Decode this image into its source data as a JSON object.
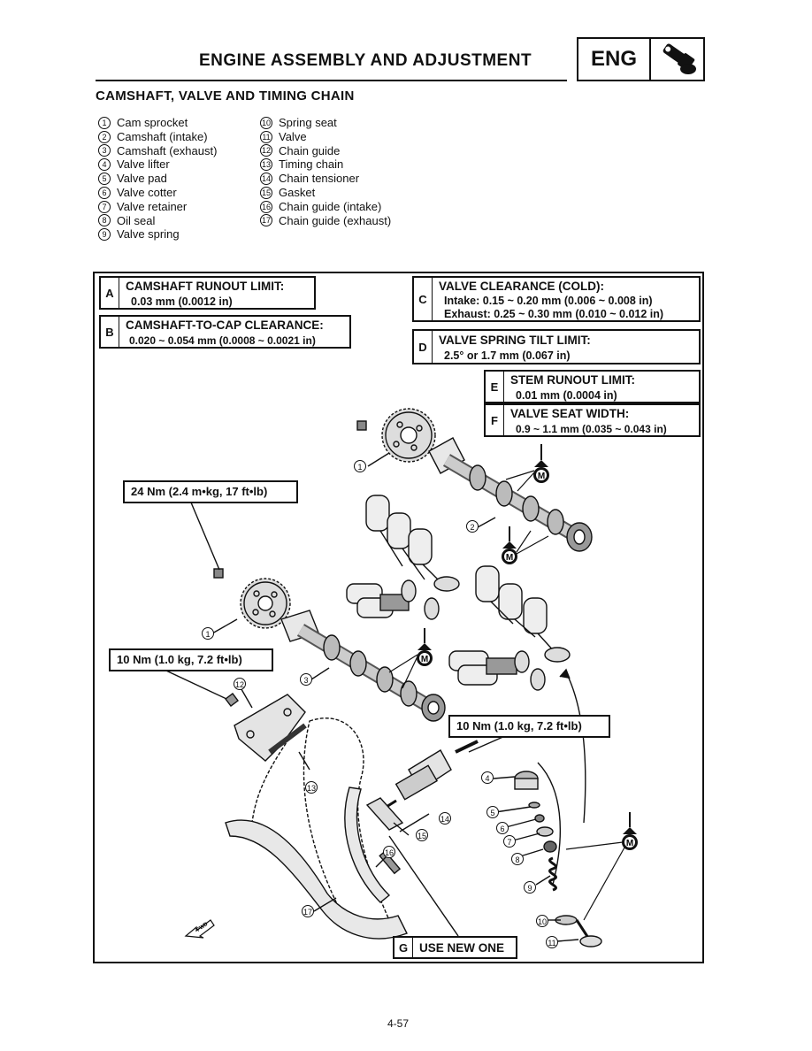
{
  "header": {
    "title": "ENGINE ASSEMBLY AND ADJUSTMENT",
    "badge": "ENG"
  },
  "section_title": "CAMSHAFT, VALVE AND TIMING CHAIN",
  "legend_left": [
    {
      "n": "1",
      "label": "Cam sprocket"
    },
    {
      "n": "2",
      "label": "Camshaft (intake)"
    },
    {
      "n": "3",
      "label": "Camshaft (exhaust)"
    },
    {
      "n": "4",
      "label": "Valve lifter"
    },
    {
      "n": "5",
      "label": "Valve pad"
    },
    {
      "n": "6",
      "label": "Valve cotter"
    },
    {
      "n": "7",
      "label": "Valve retainer"
    },
    {
      "n": "8",
      "label": "Oil seal"
    },
    {
      "n": "9",
      "label": "Valve spring"
    }
  ],
  "legend_right": [
    {
      "n": "10",
      "label": "Spring seat"
    },
    {
      "n": "11",
      "label": "Valve"
    },
    {
      "n": "12",
      "label": "Chain guide"
    },
    {
      "n": "13",
      "label": "Timing chain"
    },
    {
      "n": "14",
      "label": "Chain tensioner"
    },
    {
      "n": "15",
      "label": "Gasket"
    },
    {
      "n": "16",
      "label": "Chain guide (intake)"
    },
    {
      "n": "17",
      "label": "Chain guide (exhaust)"
    }
  ],
  "specs": {
    "A": {
      "letter": "A",
      "heading": "CAMSHAFT RUNOUT LIMIT:",
      "value": "0.03 mm (0.0012 in)"
    },
    "B": {
      "letter": "B",
      "heading": "CAMSHAFT-TO-CAP CLEARANCE:",
      "value": "0.020 ~ 0.054 mm (0.0008 ~ 0.0021 in)"
    },
    "C": {
      "letter": "C",
      "heading": "VALVE CLEARANCE (COLD):",
      "intake": "Intake:   0.15 ~ 0.20 mm (0.006 ~ 0.008 in)",
      "exhaust": "Exhaust:  0.25 ~ 0.30 mm (0.010 ~ 0.012 in)"
    },
    "D": {
      "letter": "D",
      "heading": "VALVE SPRING TILT LIMIT:",
      "value": "2.5° or 1.7 mm (0.067 in)"
    },
    "E": {
      "letter": "E",
      "heading": "STEM RUNOUT LIMIT:",
      "value": "0.01 mm (0.0004 in)"
    },
    "F": {
      "letter": "F",
      "heading": "VALVE SEAT WIDTH:",
      "value": "0.9 ~ 1.1 mm (0.035 ~ 0.043 in)"
    },
    "G": {
      "letter": "G",
      "heading": "USE NEW ONE"
    }
  },
  "torques": {
    "t1": "24 Nm (2.4 m•kg, 17 ft•lb)",
    "t2": "10 Nm (1.0 kg, 7.2 ft•lb)",
    "t3": "10 Nm (1.0 kg, 7.2 ft•lb)"
  },
  "diagram": {
    "oil_mark": "M",
    "fwd_label": "FWD",
    "callouts": [
      "1",
      "2",
      "1",
      "3",
      "12",
      "13",
      "14",
      "15",
      "16",
      "17",
      "4",
      "5",
      "6",
      "7",
      "8",
      "9",
      "10",
      "11"
    ]
  },
  "page_number": "4-57"
}
